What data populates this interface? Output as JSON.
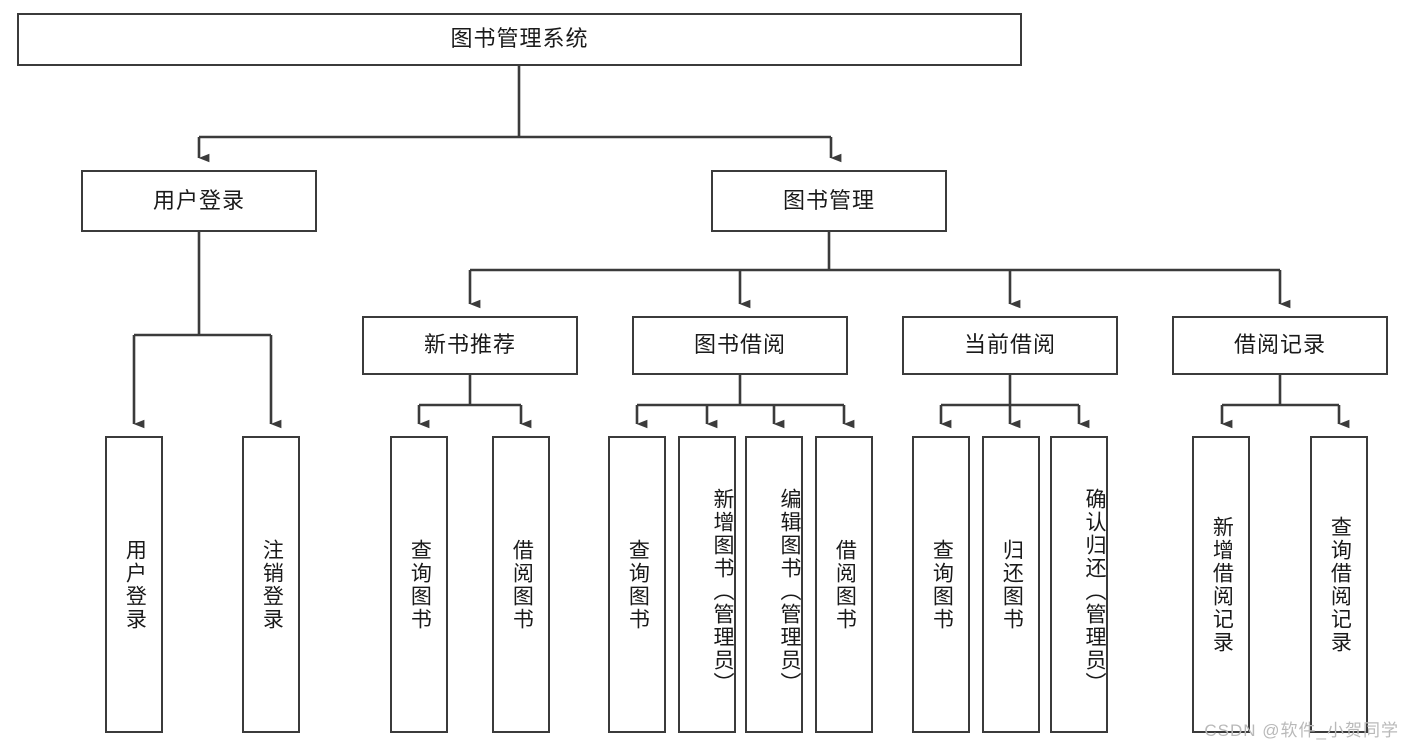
{
  "diagram": {
    "title": "图书管理系统",
    "type": "tree",
    "root": {
      "id": "root",
      "label": "图书管理系统"
    },
    "level2": [
      {
        "id": "user-login",
        "label": "用户登录"
      },
      {
        "id": "book-manage",
        "label": "图书管理"
      }
    ],
    "level3": [
      {
        "id": "new-book-recommend",
        "label": "新书推荐",
        "parent": "book-manage"
      },
      {
        "id": "book-borrow",
        "label": "图书借阅",
        "parent": "book-manage"
      },
      {
        "id": "current-borrow",
        "label": "当前借阅",
        "parent": "book-manage"
      },
      {
        "id": "borrow-record",
        "label": "借阅记录",
        "parent": "book-manage"
      }
    ],
    "leaves": [
      {
        "id": "leaf-user-login",
        "label": "用户登录",
        "parent": "user-login"
      },
      {
        "id": "leaf-logout-login",
        "label": "注销登录",
        "parent": "user-login"
      },
      {
        "id": "leaf-query-book-1",
        "label": "查询图书",
        "parent": "new-book-recommend"
      },
      {
        "id": "leaf-borrow-book-1",
        "label": "借阅图书",
        "parent": "new-book-recommend"
      },
      {
        "id": "leaf-query-book-2",
        "label": "查询图书",
        "parent": "book-borrow"
      },
      {
        "id": "leaf-add-book",
        "label": "新增图书（管理员）",
        "parent": "book-borrow"
      },
      {
        "id": "leaf-edit-book",
        "label": "编辑图书（管理员）",
        "parent": "book-borrow"
      },
      {
        "id": "leaf-borrow-book-2",
        "label": "借阅图书",
        "parent": "book-borrow"
      },
      {
        "id": "leaf-query-book-3",
        "label": "查询图书",
        "parent": "current-borrow"
      },
      {
        "id": "leaf-return-book",
        "label": "归还图书",
        "parent": "current-borrow"
      },
      {
        "id": "leaf-confirm-return",
        "label": "确认归还（管理员）",
        "parent": "current-borrow"
      },
      {
        "id": "leaf-add-record",
        "label": "新增借阅记录",
        "parent": "borrow-record"
      },
      {
        "id": "leaf-query-record",
        "label": "查询借阅记录",
        "parent": "borrow-record"
      }
    ],
    "watermark": "CSDN @软件_小贺同学",
    "colors": {
      "stroke": "#3b3b3b",
      "fill": "#ffffff",
      "text": "#1a1a1a",
      "watermark": "#b9b9b9"
    }
  }
}
